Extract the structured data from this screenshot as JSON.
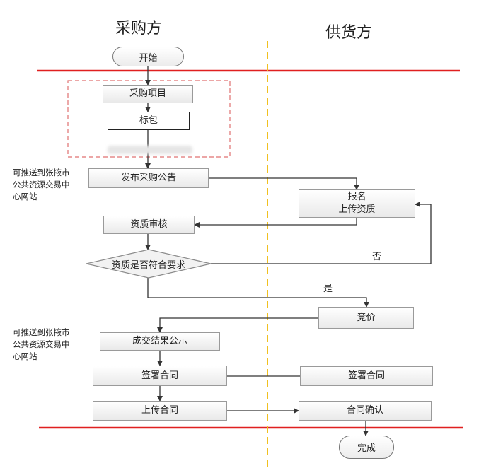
{
  "lanes": {
    "buyer": "采购方",
    "supplier": "供货方"
  },
  "nodes": {
    "start": "开始",
    "procurement_project": "采购项目",
    "lot": "标包",
    "publish_notice": "发布采购公告",
    "register_line1": "报名",
    "register_line2": "上传资质",
    "qualification_review": "资质审核",
    "qualification_check": "资质是否符合要求",
    "bidding": "竞价",
    "result_announcement": "成交结果公示",
    "sign_contract_buyer": "签署合同",
    "sign_contract_supplier": "签署合同",
    "upload_contract": "上传合同",
    "confirm_contract": "合同确认",
    "finish": "完成"
  },
  "edge_labels": {
    "no": "否",
    "yes": "是"
  },
  "notes": {
    "push_1": [
      "可推送到张掖市",
      "公共资源交易中",
      "心网站"
    ],
    "push_2": [
      "可推送到张掖市",
      "公共资源交易中",
      "心网站"
    ]
  },
  "colors": {
    "phase_line": "#e02020",
    "lane_divider": "#f0c020",
    "dashed_group": "#e07070",
    "connector": "#333333"
  }
}
